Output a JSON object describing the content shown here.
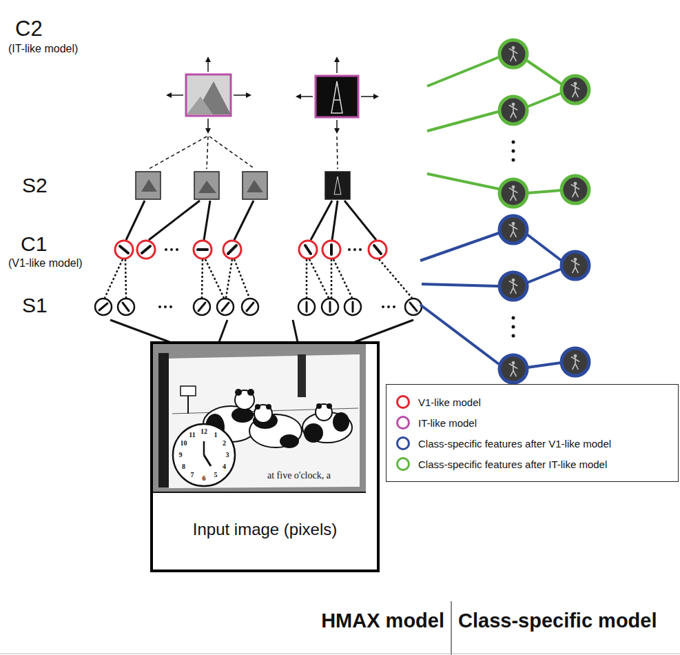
{
  "diagram": {
    "nodes": [
      {
        "text": [
          "Input image (pixels)"
        ]
      }
    ],
    "labels": [
      "C2",
      "(IT-like model)",
      "S2",
      "C1",
      "(V1-like model)",
      "S1",
      "12",
      "1",
      "2",
      "3",
      "4",
      "5",
      "6",
      "7",
      "8",
      "9",
      "10",
      "11",
      "at five o'clock, a",
      "HMAX model",
      "Class-specific model"
    ],
    "legend": [
      {
        "text": "V1-like model",
        "color": "#e3262d"
      },
      {
        "text": "IT-like model",
        "color": "#b94fa8"
      },
      {
        "text": "Class-specific features after V1-like model",
        "color": "#2d4a9c"
      },
      {
        "text": "Class-specific features after IT-like model",
        "color": "#5db63d"
      }
    ]
  }
}
